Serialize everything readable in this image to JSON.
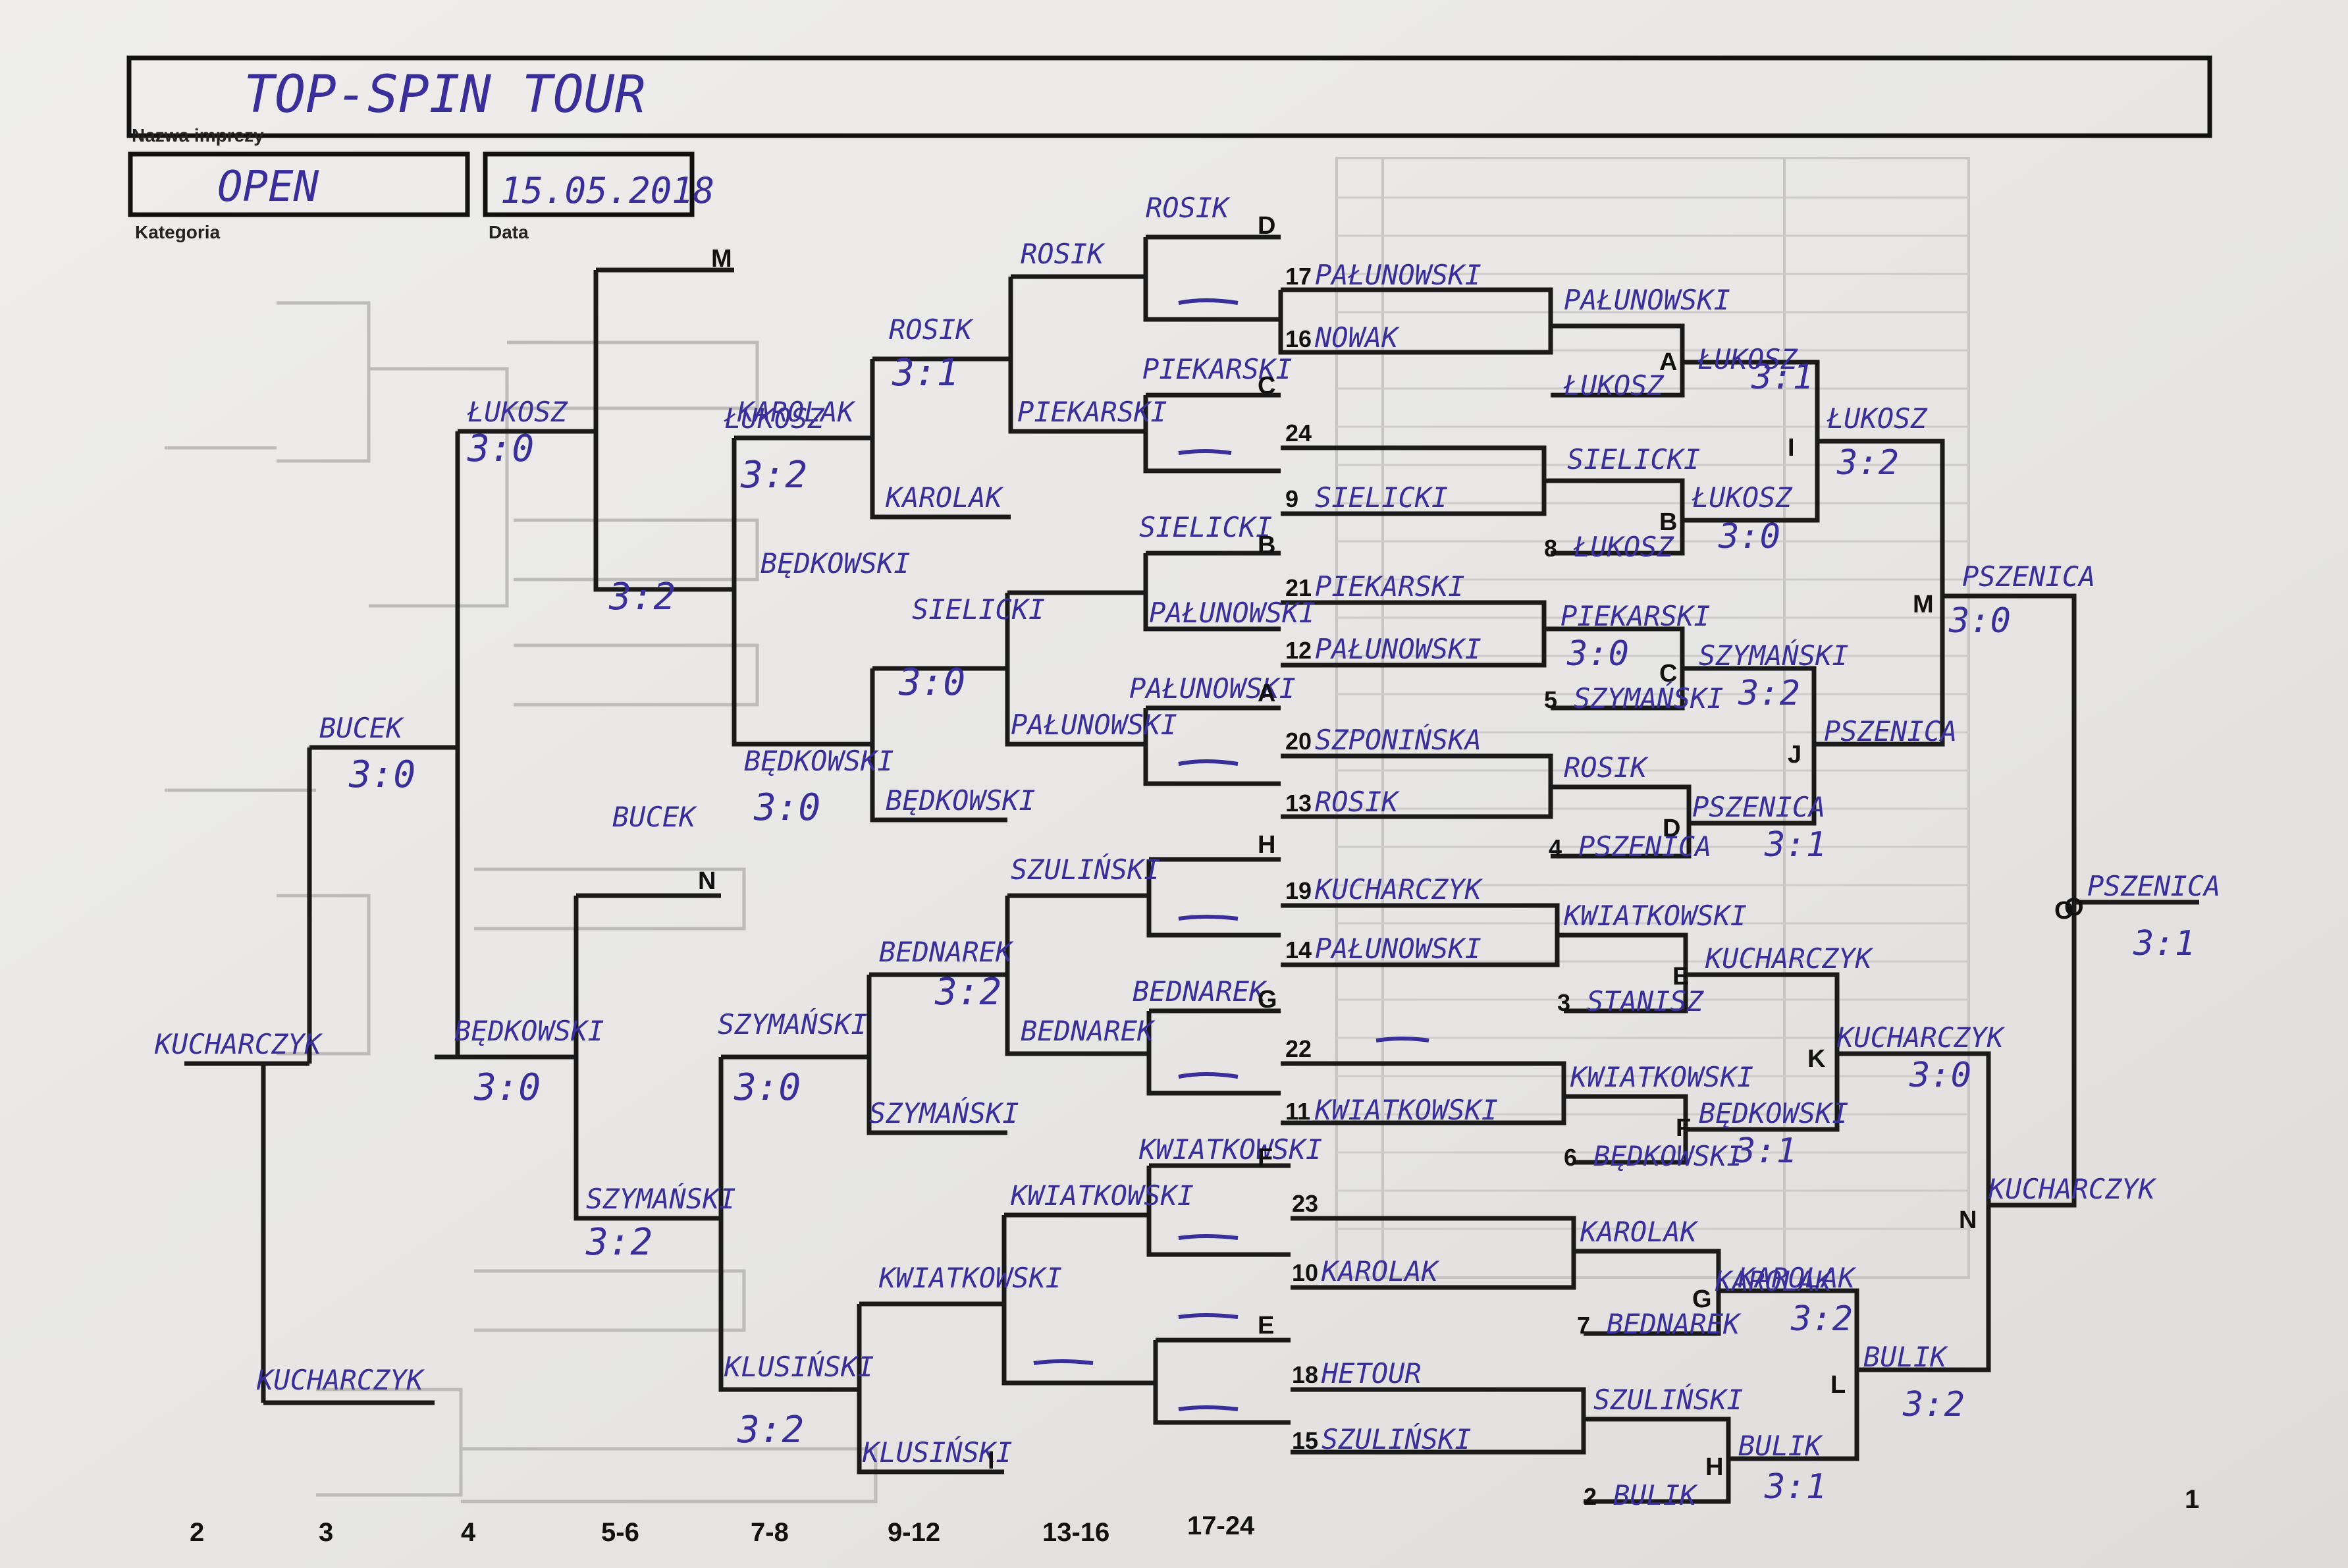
{
  "header": {
    "event_name": "TOP-SPIN TOUR",
    "event_name_label": "Nazwa imprezy",
    "category": "OPEN",
    "category_label": "Kategoria",
    "date": "15.05.2018",
    "date_label": "Data"
  },
  "place_labels": [
    "2",
    "3",
    "4",
    "5-6",
    "7-8",
    "9-12",
    "13-16",
    "17-24",
    "1"
  ],
  "first_round": [
    {
      "seed": "17",
      "name": "PAŁUNOWSKI"
    },
    {
      "seed": "16",
      "name": "NOWAK"
    },
    {
      "seed": "24",
      "name": ""
    },
    {
      "seed": "9",
      "name": "SIELICKI"
    },
    {
      "seed": "8",
      "name": "ŁUKOSZ"
    },
    {
      "seed": "21",
      "name": "PIEKARSKI"
    },
    {
      "seed": "12",
      "name": "PAŁUNOWSKI"
    },
    {
      "seed": "5",
      "name": "SZYMAŃSKI"
    },
    {
      "seed": "20",
      "name": "SZPONIŃSKA"
    },
    {
      "seed": "13",
      "name": "ROSIK"
    },
    {
      "seed": "4",
      "name": "PSZENICA"
    },
    {
      "seed": "19",
      "name": "KUCHARCZYK"
    },
    {
      "seed": "14",
      "name": "PAŁUNOWSKI"
    },
    {
      "seed": "3",
      "name": "STANISZ"
    },
    {
      "seed": "22",
      "name": ""
    },
    {
      "seed": "11",
      "name": "KWIATKOWSKI"
    },
    {
      "seed": "6",
      "name": "BĘDKOWSKI"
    },
    {
      "seed": "23",
      "name": ""
    },
    {
      "seed": "10",
      "name": "KAROLAK"
    },
    {
      "seed": "7",
      "name": "BEDNAREK"
    },
    {
      "seed": "18",
      "name": "HETOUR"
    },
    {
      "seed": "15",
      "name": "SZULIŃSKI"
    },
    {
      "seed": "2",
      "name": "BULIK"
    }
  ],
  "right_winners": [
    {
      "text": "PAŁUNOWSKI"
    },
    {
      "text": "ŁUKOSZ"
    },
    {
      "text": "SIELICKI"
    },
    {
      "text": "ŁUKOSZ"
    },
    {
      "text": "3:0"
    },
    {
      "text": "ŁUKOSZ"
    },
    {
      "text": "3:1"
    },
    {
      "text": "PIEKARSKI"
    },
    {
      "text": "3:0"
    },
    {
      "text": "ROSIK"
    },
    {
      "text": "PSZENICA"
    },
    {
      "text": "3:1"
    },
    {
      "text": "KWIATKOWSKI"
    },
    {
      "text": "KUCHARCZYK"
    },
    {
      "text": "KWIATKOWSKI"
    },
    {
      "text": "BĘDKOWSKI"
    },
    {
      "text": "3:1"
    },
    {
      "text": "KAROLAK"
    },
    {
      "text": "KAROLAK"
    },
    {
      "text": "SZULIŃSKI"
    },
    {
      "text": "BULIK"
    },
    {
      "text": "3:1"
    },
    {
      "text": "ŁUKOSZ"
    },
    {
      "text": "3:2"
    },
    {
      "text": "PSZENICA"
    },
    {
      "text": "PSZENICA"
    },
    {
      "text": "3:0"
    },
    {
      "text": "KUCHARCZYK"
    },
    {
      "text": "3:0"
    },
    {
      "text": "BULIK"
    },
    {
      "text": "3:2"
    },
    {
      "text": "KUCHARCZYK"
    },
    {
      "text": "PSZENICA"
    },
    {
      "text": "3:1"
    },
    {
      "text": "SZYMAŃSKI"
    },
    {
      "text": "3:2"
    },
    {
      "text": "KAROLAK"
    },
    {
      "text": "3:2"
    }
  ],
  "letters_right": [
    "A",
    "B",
    "C",
    "D",
    "E",
    "F",
    "G",
    "H",
    "I",
    "J",
    "K",
    "L",
    "M",
    "N",
    "O"
  ],
  "left_entries": [
    {
      "text": "ROSIK"
    },
    {
      "text": "D"
    },
    {
      "text": "ROSIK"
    },
    {
      "text": "PIEKARSKI"
    },
    {
      "text": "C"
    },
    {
      "text": "PIEKARSKI"
    },
    {
      "text": "SIELICKI"
    },
    {
      "text": "B"
    },
    {
      "text": "PAŁUNOWSKI"
    },
    {
      "text": "PAŁUNOWSKI"
    },
    {
      "text": "A"
    },
    {
      "text": "PAŁUNOWSKI"
    },
    {
      "text": "SZULIŃSKI"
    },
    {
      "text": "H"
    },
    {
      "text": "BEDNAREK"
    },
    {
      "text": "G"
    },
    {
      "text": "BEDNAREK"
    },
    {
      "text": "KWIATKOWSKI"
    },
    {
      "text": "F"
    },
    {
      "text": "KWIATKOWSKI"
    },
    {
      "text": "E"
    },
    {
      "text": "ROSIK"
    },
    {
      "text": "3:1"
    },
    {
      "text": "KAROLAK"
    },
    {
      "text": "SIELICKI"
    },
    {
      "text": "3:0"
    },
    {
      "text": "BĘDKOWSKI"
    },
    {
      "text": "BEDNAREK"
    },
    {
      "text": "3:2"
    },
    {
      "text": "SZYMAŃSKI"
    },
    {
      "text": "KWIATKOWSKI"
    },
    {
      "text": "KLUSIŃSKI"
    },
    {
      "text": "I"
    },
    {
      "text": "ŁUKOSZ"
    },
    {
      "text": "M"
    },
    {
      "text": "KAROLAK"
    },
    {
      "text": "3:2"
    },
    {
      "text": "BĘDKOWSKI"
    },
    {
      "text": "3:2"
    },
    {
      "text": "BĘDKOWSKI"
    },
    {
      "text": "3:0"
    },
    {
      "text": "BUCEK"
    },
    {
      "text": "N"
    },
    {
      "text": "SZYMAŃSKI"
    },
    {
      "text": "3:0"
    },
    {
      "text": "SZYMAŃSKI"
    },
    {
      "text": "3:2"
    },
    {
      "text": "KLUSIŃSKI"
    },
    {
      "text": "3:2"
    },
    {
      "text": "ŁUKOSZ"
    },
    {
      "text": "3:0"
    },
    {
      "text": "BUCEK"
    },
    {
      "text": "3:0"
    },
    {
      "text": "BĘDKOWSKI"
    },
    {
      "text": "3:0"
    },
    {
      "text": "KUCHARCZYK"
    },
    {
      "text": "KUCHARCZYK"
    },
    {
      "text": "O"
    }
  ]
}
